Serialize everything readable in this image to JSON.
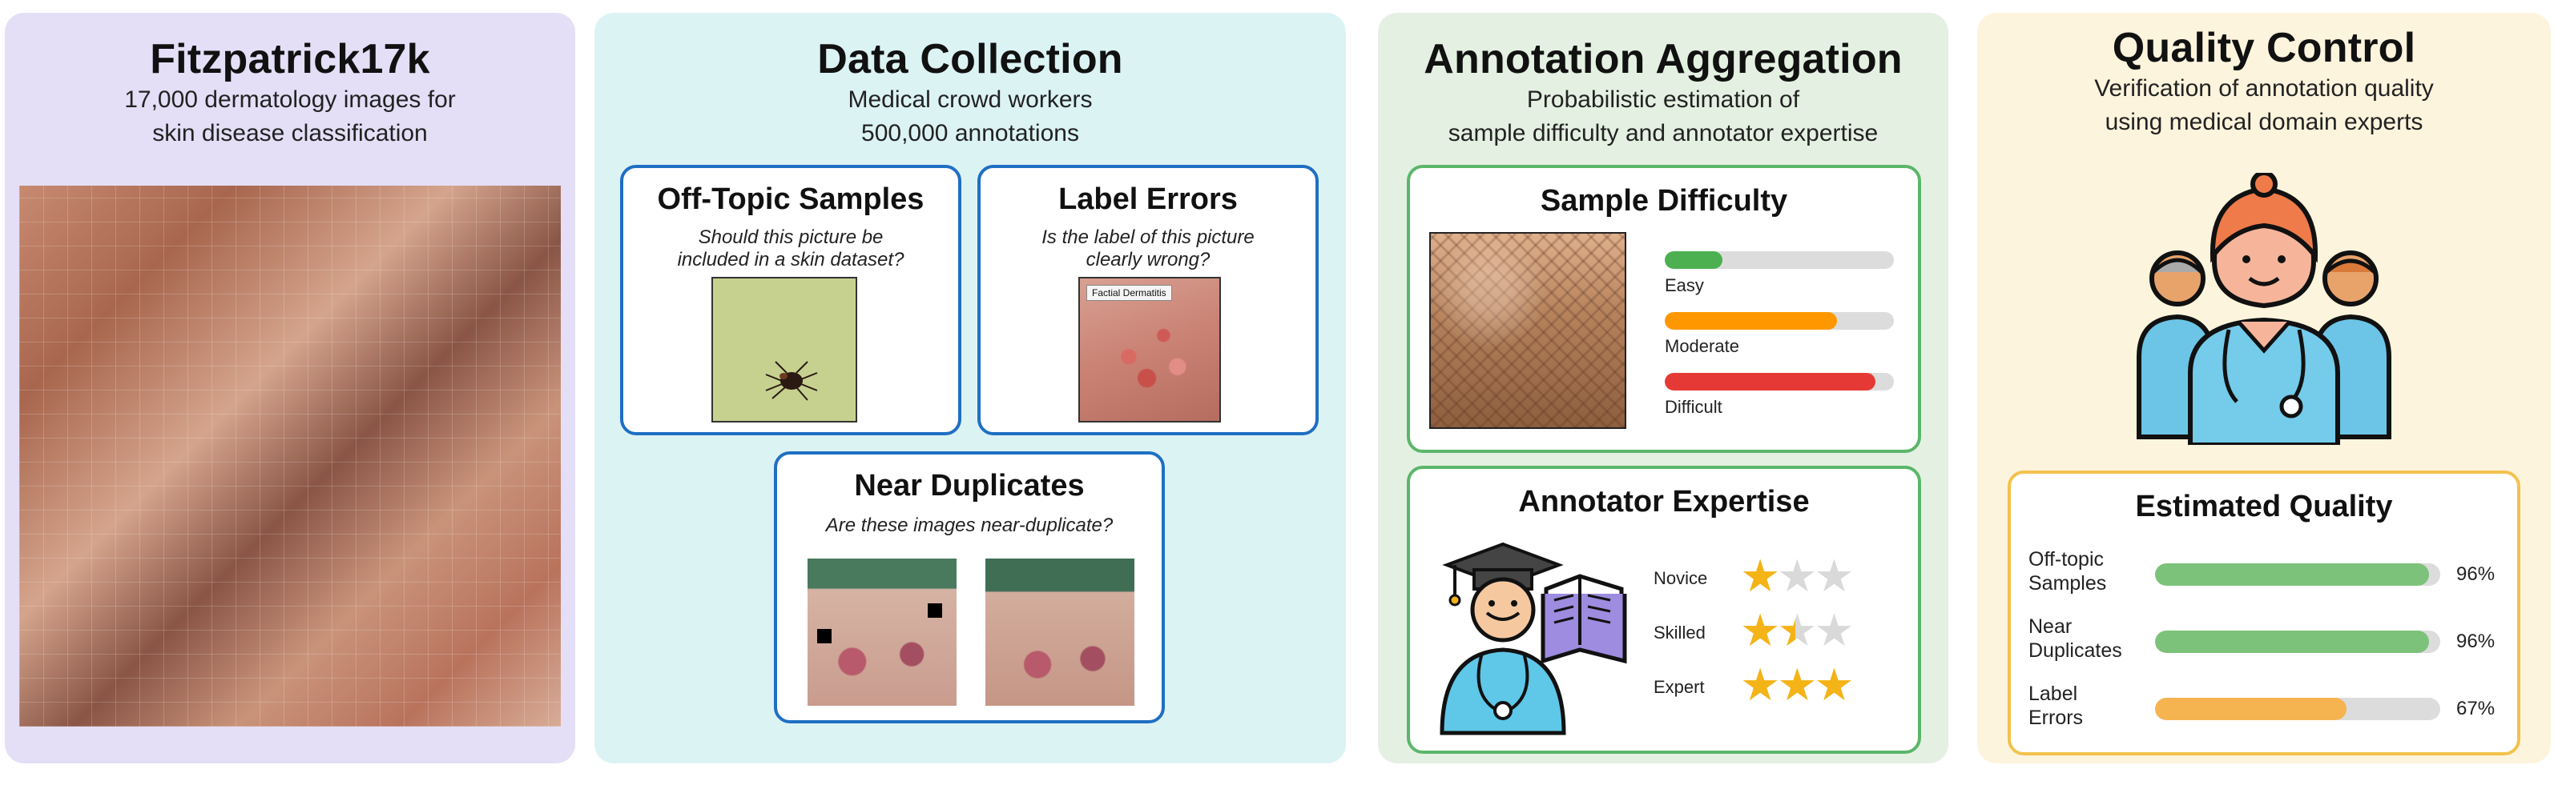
{
  "panels": {
    "fitz": {
      "title": "Fitzpatrick17k",
      "subtitle_l1": "17,000 dermatology images for",
      "subtitle_l2": "skin disease classification"
    },
    "collection": {
      "title": "Data Collection",
      "subtitle_l1": "Medical crowd workers",
      "subtitle_l2": "500,000 annotations",
      "off_topic": {
        "title": "Off-Topic Samples",
        "q_l1": "Should this picture be",
        "q_l2": "included in a skin dataset?"
      },
      "label_errors": {
        "title": "Label Errors",
        "q_l1": "Is the label of this picture",
        "q_l2": "clearly wrong?",
        "image_tag": "Factial Dermatitis"
      },
      "near_duplicates": {
        "title": "Near Duplicates",
        "q_l1": "Are these images near-duplicate?"
      }
    },
    "aggregation": {
      "title": "Annotation Aggregation",
      "subtitle_l1": "Probabilistic estimation of",
      "subtitle_l2": "sample difficulty and annotator expertise",
      "difficulty": {
        "title": "Sample Difficulty",
        "levels": [
          {
            "label": "Easy",
            "fraction": 0.25,
            "color": "#4caf50"
          },
          {
            "label": "Moderate",
            "fraction": 0.75,
            "color": "#ff9800"
          },
          {
            "label": "Difficult",
            "fraction": 0.92,
            "color": "#e53935"
          }
        ]
      },
      "expertise": {
        "title": "Annotator Expertise",
        "levels": [
          {
            "label": "Novice",
            "stars": 1,
            "max": 3
          },
          {
            "label": "Skilled",
            "stars": 1.5,
            "max": 3
          },
          {
            "label": "Expert",
            "stars": 3,
            "max": 3
          }
        ]
      }
    },
    "quality": {
      "title": "Quality Control",
      "subtitle_l1": "Verification of annotation quality",
      "subtitle_l2": "using medical domain experts",
      "estimated": {
        "title": "Estimated Quality",
        "rows": [
          {
            "label_l1": "Off-topic",
            "label_l2": "Samples",
            "value": 96,
            "display": "96%",
            "color": "#7cc27a"
          },
          {
            "label_l1": "Near",
            "label_l2": "Duplicates",
            "value": 96,
            "display": "96%",
            "color": "#7cc27a"
          },
          {
            "label_l1": "Label",
            "label_l2": "Errors",
            "value": 67,
            "display": "67%",
            "color": "#f6b450"
          }
        ]
      }
    }
  }
}
